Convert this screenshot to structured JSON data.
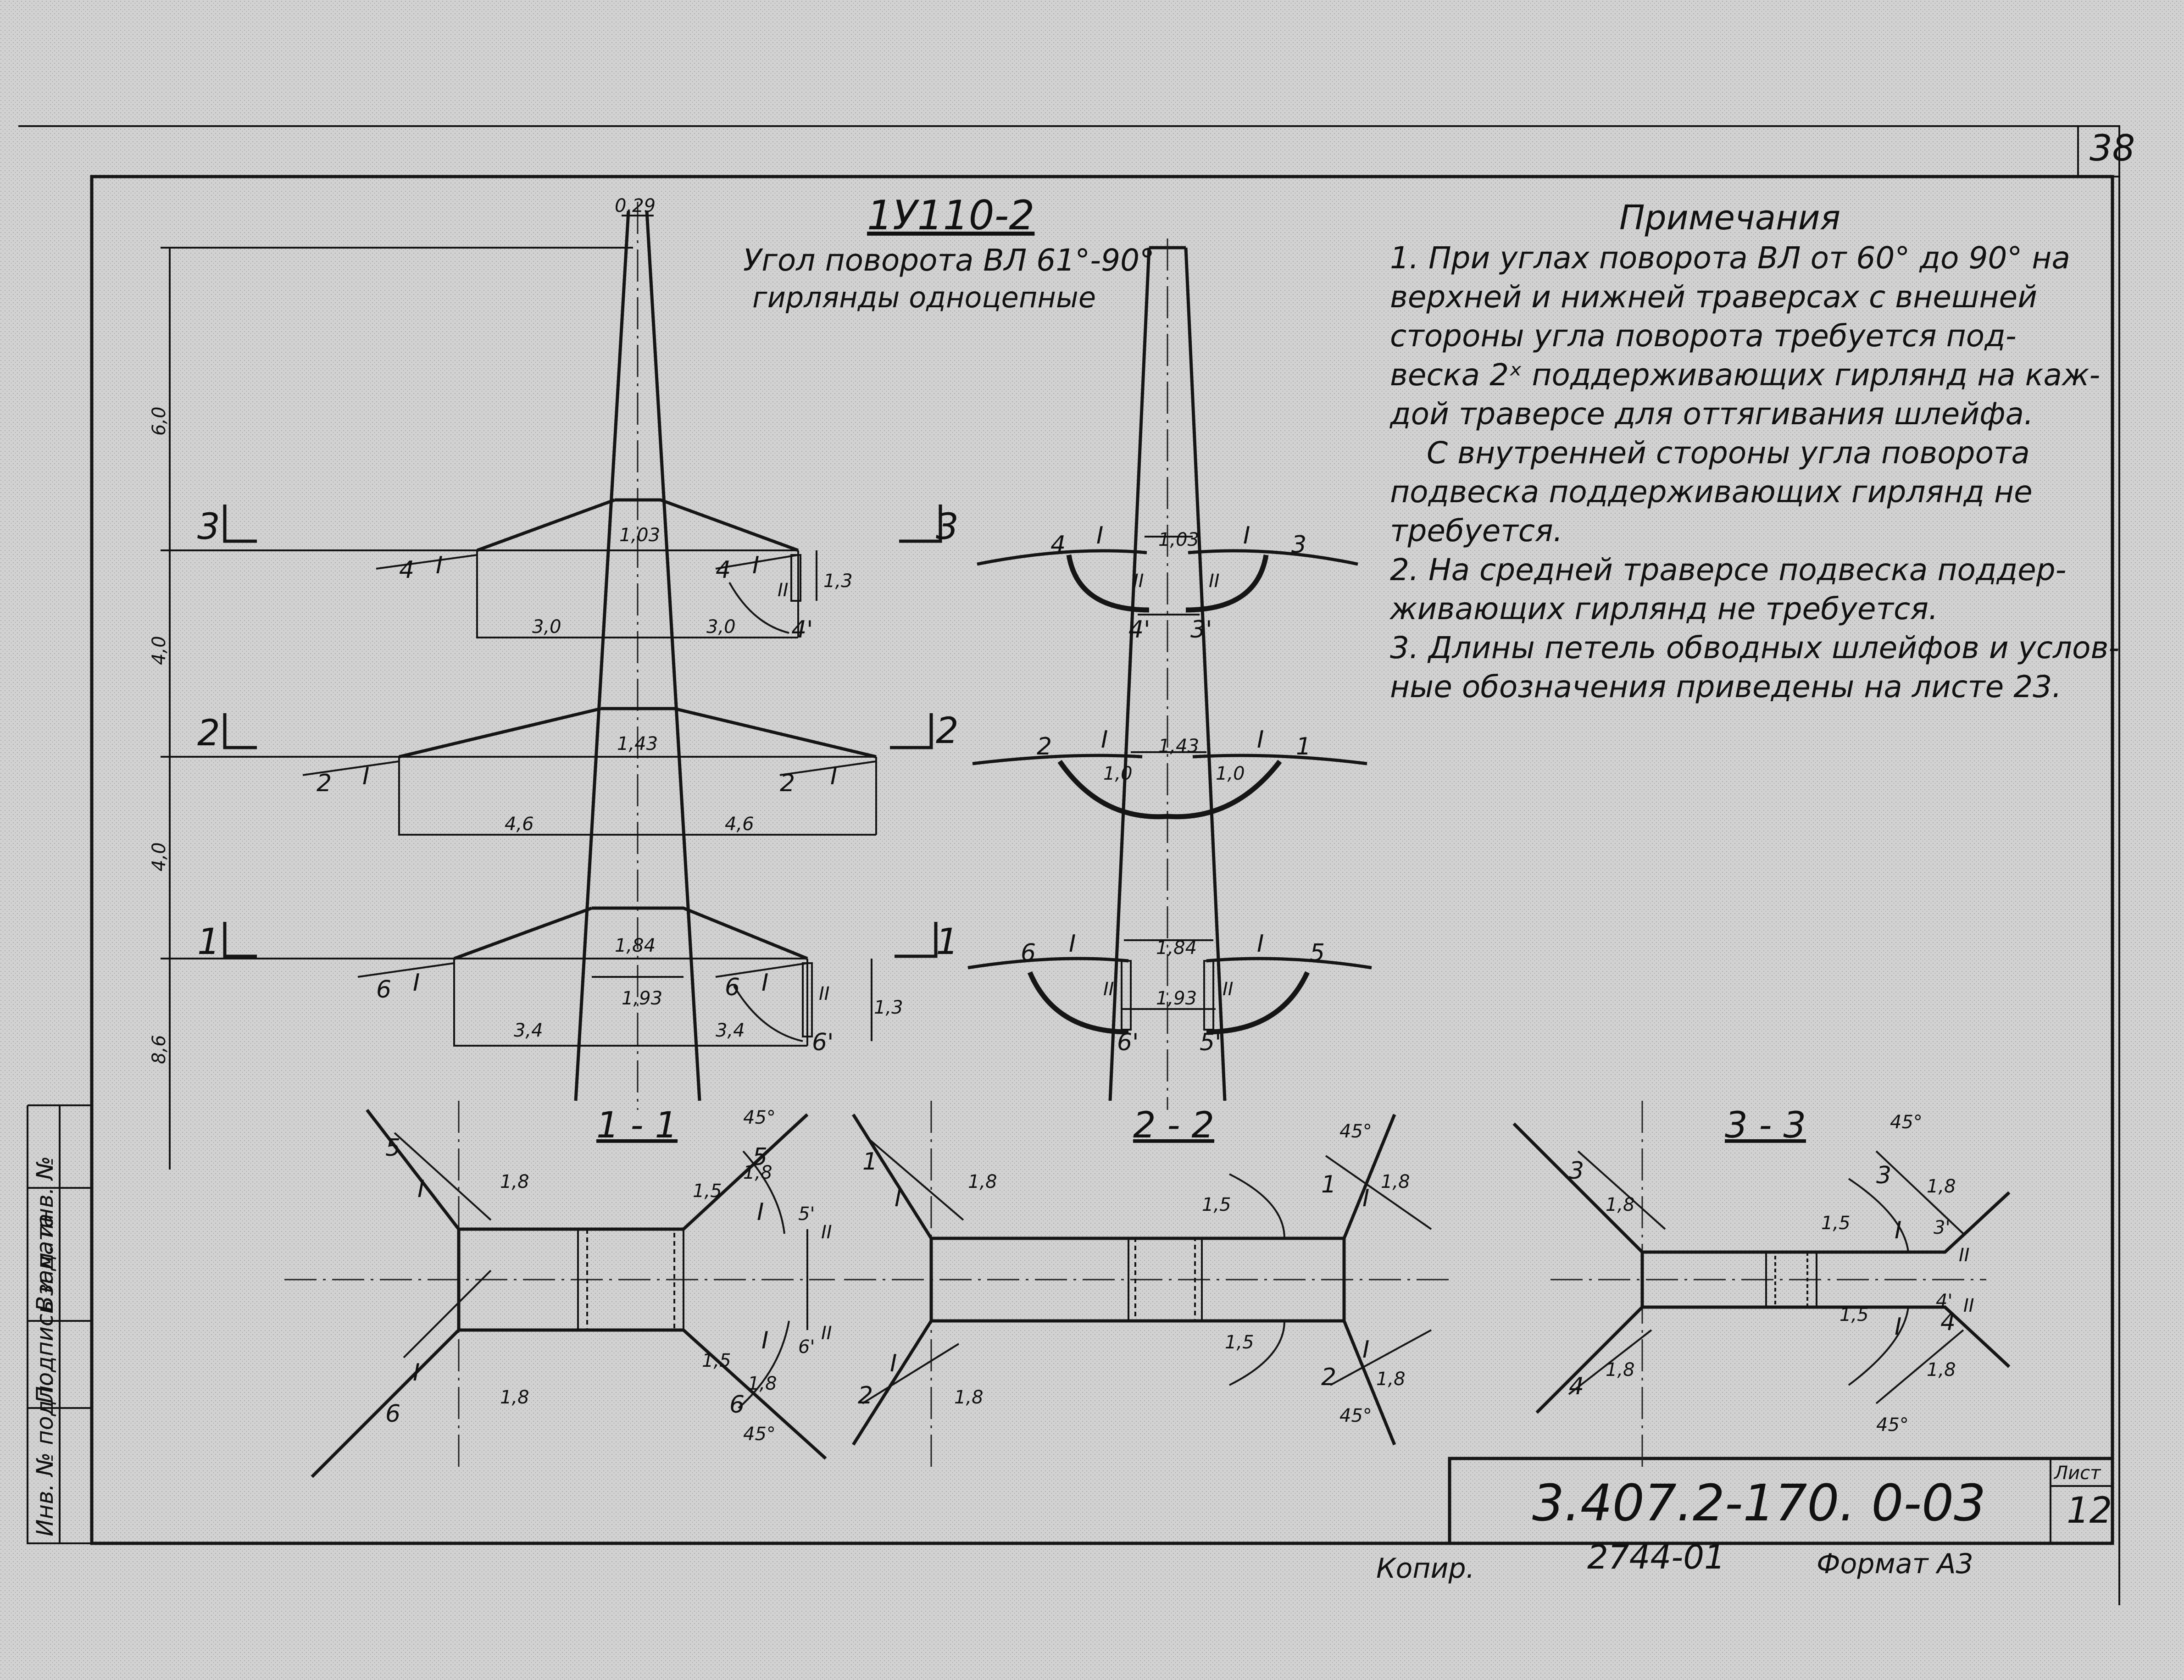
{
  "page_number": "38",
  "title": "1У110-2",
  "subtitle_line1": "Угол поворота ВЛ 61°-90°",
  "subtitle_line2": "гирлянды одноцепные",
  "notes_title": "Примечания",
  "notes": [
    "1. При углах поворота ВЛ от 60° до 90° на",
    "верхней и нижней траверсах с внешней",
    "стороны угла поворота требуется под-",
    "веска 2ˣ поддерживающих гирлянд на каж-",
    "дой траверсе для оттягивания шлейфа.",
    "С внутренней стороны угла поворота",
    "подвеска поддерживающих гирлянд не",
    "требуется.",
    "2. На средней траверсе подвеска поддер-",
    "живающих гирлянд не требуется.",
    "3. Длины петель обводных шлейфов и услов-",
    "ные обозначения приведены на листе 23."
  ],
  "elevation": {
    "top_width": "0,29",
    "heights": [
      "6,0",
      "4,0",
      "4,0",
      "8,6"
    ],
    "widths": [
      "1,03",
      "1,43",
      "1,84",
      "1,93"
    ],
    "arms": [
      "3,0",
      "3,0",
      "4,6",
      "4,6",
      "3,4",
      "3,4"
    ],
    "string_len": "1,3",
    "section_marks": [
      "3",
      "3",
      "2",
      "2",
      "1",
      "1"
    ],
    "points": [
      "4",
      "4",
      "4'",
      "2",
      "2",
      "6",
      "6",
      "6'"
    ],
    "string_types": [
      "I",
      "I",
      "II",
      "I",
      "I",
      "I",
      "I",
      "II"
    ]
  },
  "side_view": {
    "widths": [
      "1,03",
      "1,43",
      "1,84",
      "1,93"
    ],
    "points": [
      "4",
      "3",
      "4'",
      "3'",
      "2",
      "1",
      "6",
      "5",
      "6'",
      "5'"
    ],
    "string_types": [
      "I",
      "I",
      "II",
      "II",
      "I",
      "I",
      "I",
      "I",
      "II",
      "II"
    ],
    "angle_dims": [
      "1,0",
      "1,0"
    ]
  },
  "sections": [
    {
      "label": "1 - 1",
      "angle": "45°",
      "dims": [
        "1,8",
        "1,8",
        "1,8",
        "1,8",
        "1,5",
        "1,5"
      ],
      "points": [
        "5",
        "6",
        "5",
        "6",
        "5'",
        "6'"
      ],
      "string_types": [
        "I",
        "I",
        "I",
        "I",
        "II",
        "II"
      ]
    },
    {
      "label": "2 - 2",
      "angle": "45°",
      "dims": [
        "1,8",
        "1,8",
        "1,8",
        "1,8",
        "1,5",
        "1,5"
      ],
      "points": [
        "1",
        "2",
        "1",
        "2"
      ],
      "string_types": [
        "I",
        "I",
        "I",
        "I"
      ]
    },
    {
      "label": "3 - 3",
      "angle": "45°",
      "dims": [
        "1,8",
        "1,8",
        "1,8",
        "1,8",
        "1,5",
        "1,5"
      ],
      "points": [
        "3",
        "4",
        "3",
        "4",
        "3'",
        "4'"
      ],
      "string_types": [
        "I",
        "I",
        "II",
        "II"
      ]
    }
  ],
  "side_stamp": [
    "Инв. № подл.",
    "Подпись и дата",
    "Взам. инв. №"
  ],
  "stamp": {
    "code": "3.407.2-170. 0-03",
    "sheet_label": "Лист",
    "sheet": "12"
  },
  "footer": {
    "copied": "Копир.",
    "number": "2744-01",
    "format": "Формат А3"
  }
}
